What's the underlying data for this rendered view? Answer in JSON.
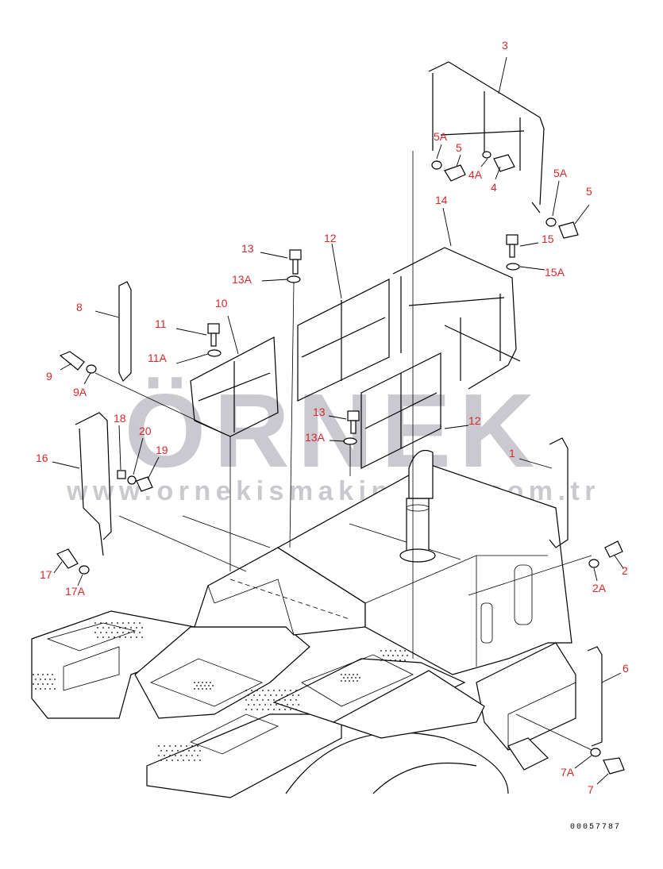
{
  "watermark": {
    "brand": "ÖRNEK",
    "url": "www.ornekismakinalari.com.tr"
  },
  "drawing_number": "00057787",
  "part_labels": [
    {
      "id": "p3",
      "text": "3"
    },
    {
      "id": "p5A_top",
      "text": "5A"
    },
    {
      "id": "p5_top",
      "text": "5"
    },
    {
      "id": "p4A",
      "text": "4A"
    },
    {
      "id": "p4",
      "text": "4"
    },
    {
      "id": "p5A_right",
      "text": "5A"
    },
    {
      "id": "p5_right",
      "text": "5"
    },
    {
      "id": "p14",
      "text": "14"
    },
    {
      "id": "p15",
      "text": "15"
    },
    {
      "id": "p15A",
      "text": "15A"
    },
    {
      "id": "p13_top",
      "text": "13"
    },
    {
      "id": "p13A_top",
      "text": "13A"
    },
    {
      "id": "p12_top",
      "text": "12"
    },
    {
      "id": "p8",
      "text": "8"
    },
    {
      "id": "p10",
      "text": "10"
    },
    {
      "id": "p11",
      "text": "11"
    },
    {
      "id": "p11A",
      "text": "11A"
    },
    {
      "id": "p9",
      "text": "9"
    },
    {
      "id": "p9A",
      "text": "9A"
    },
    {
      "id": "p13_mid",
      "text": "13"
    },
    {
      "id": "p13A_mid",
      "text": "13A"
    },
    {
      "id": "p12_mid",
      "text": "12"
    },
    {
      "id": "p18",
      "text": "18"
    },
    {
      "id": "p20",
      "text": "20"
    },
    {
      "id": "p19",
      "text": "19"
    },
    {
      "id": "p16",
      "text": "16"
    },
    {
      "id": "p1",
      "text": "1"
    },
    {
      "id": "p2",
      "text": "2"
    },
    {
      "id": "p2A",
      "text": "2A"
    },
    {
      "id": "p17",
      "text": "17"
    },
    {
      "id": "p17A",
      "text": "17A"
    },
    {
      "id": "p6",
      "text": "6"
    },
    {
      "id": "p7A",
      "text": "7A"
    },
    {
      "id": "p7",
      "text": "7"
    }
  ]
}
